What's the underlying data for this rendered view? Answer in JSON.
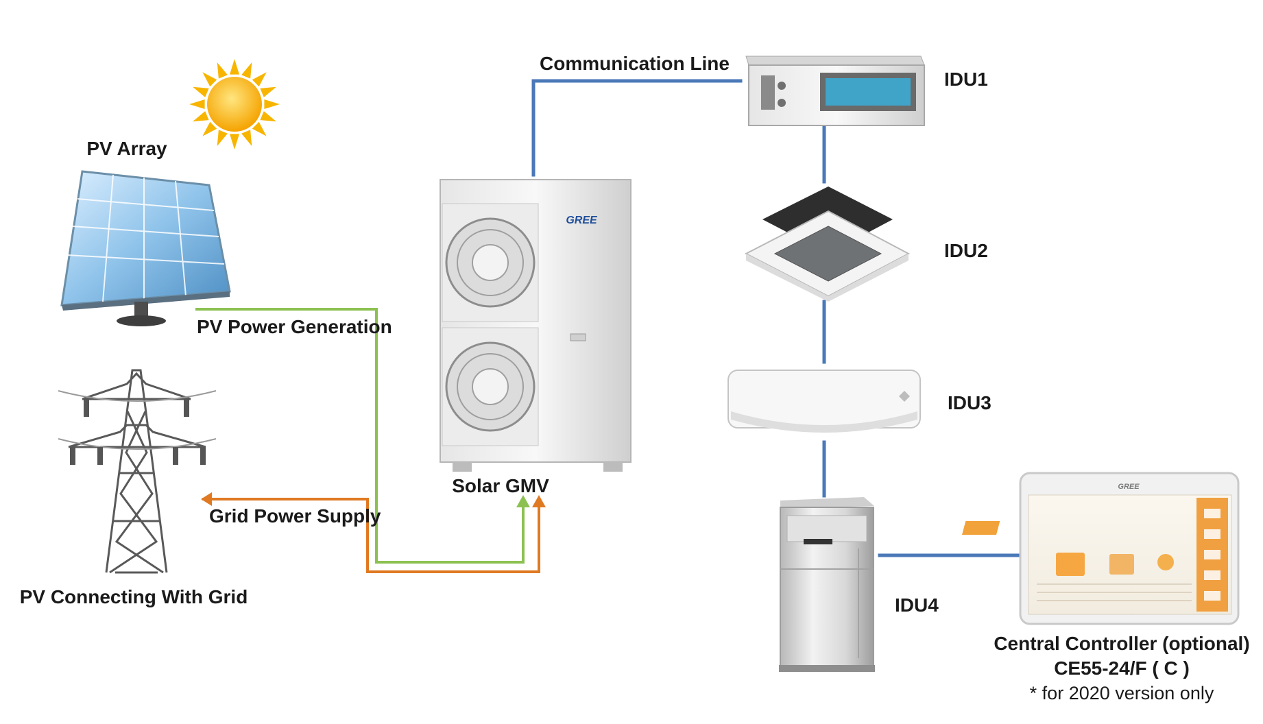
{
  "labels": {
    "pv_array": "PV Array",
    "pv_power_generation": "PV Power Generation",
    "grid_power_supply": "Grid Power Supply",
    "pv_connecting_with_grid": "PV Connecting With Grid",
    "communication_line": "Communication Line",
    "solar_gmv": "Solar GMV",
    "idu1": "IDU1",
    "idu2": "IDU2",
    "idu3": "IDU3",
    "idu4": "IDU4",
    "controller_title": "Central Controller (optional)",
    "controller_model": "CE55-24/F ( C )",
    "controller_note": "* for 2020 version only"
  },
  "brand": {
    "logo_text": "GREE"
  },
  "colors": {
    "communication_line": "#4a78b8",
    "pv_power_line": "#8cc152",
    "grid_power_line": "#e07a22",
    "sun": "#f7b500"
  }
}
